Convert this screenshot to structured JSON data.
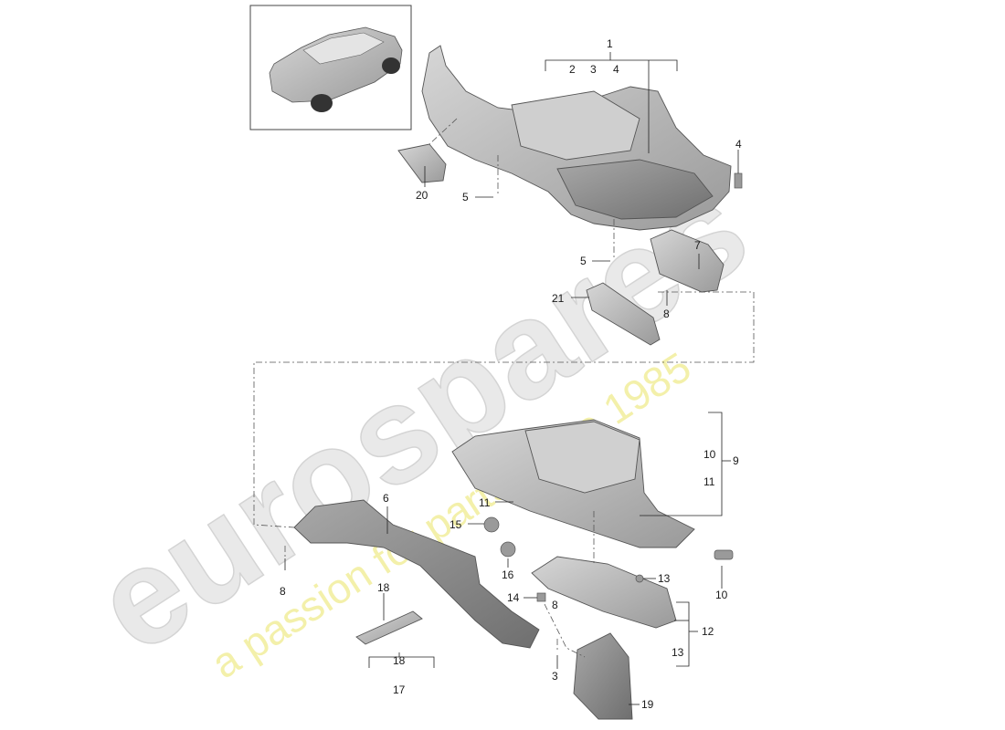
{
  "watermark": {
    "brand": "eurospares",
    "tagline": "a passion for parts since 1985"
  },
  "callouts": {
    "c1": "1",
    "c2": "2",
    "c3": "3",
    "c4": "4",
    "c4b": "4",
    "c5a": "5",
    "c5b": "5",
    "c6": "6",
    "c7": "7",
    "c8a": "8",
    "c8b": "8",
    "c8c": "8",
    "c9": "9",
    "c10a": "10",
    "c10b": "10",
    "c11a": "11",
    "c11b": "11",
    "c12": "12",
    "c13a": "13",
    "c13b": "13",
    "c14": "14",
    "c15": "15",
    "c16": "16",
    "c17": "17",
    "c18a": "18",
    "c18b": "18",
    "c19": "19",
    "c20": "20",
    "c21": "21",
    "c3b": "3"
  },
  "colors": {
    "part_fill": "#bdbdbd",
    "part_dark": "#8f8f8f",
    "line": "#222222"
  }
}
